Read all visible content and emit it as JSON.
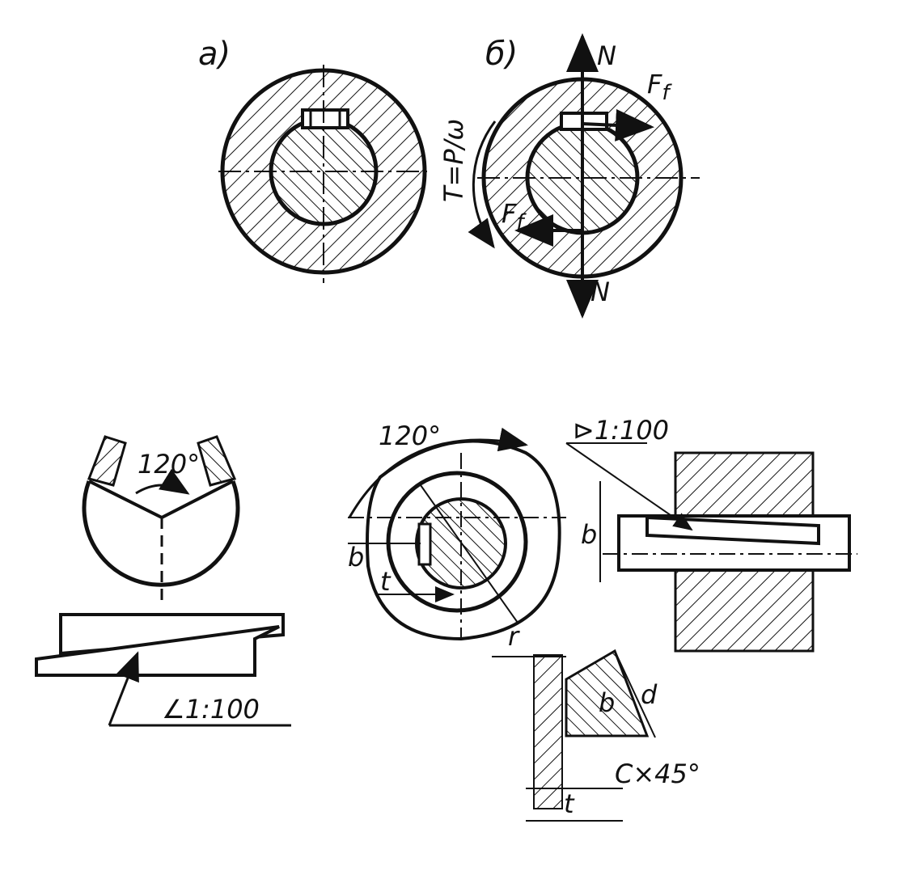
{
  "labels": {
    "fig_a": "а)",
    "fig_b": "б)",
    "torque": "T=P/ω",
    "normal_top": "N",
    "normal_bottom": "N",
    "friction_top": "F",
    "friction_top_sub": "f",
    "friction_bottom": "F",
    "friction_bottom_sub": "f",
    "angle_left": "120°",
    "angle_middle": "120°",
    "taper_left": "∠1:100",
    "taper_right": "⊳1:100",
    "dim_b_left": "b",
    "dim_t_left": "t",
    "dim_b_right": "b",
    "dim_r": "r",
    "dim_b_detail": "b",
    "dim_d_detail": "d",
    "chamfer": "C×45°",
    "dim_t_detail": "t"
  },
  "colors": {
    "ink": "#111111",
    "paper": "#ffffff"
  }
}
